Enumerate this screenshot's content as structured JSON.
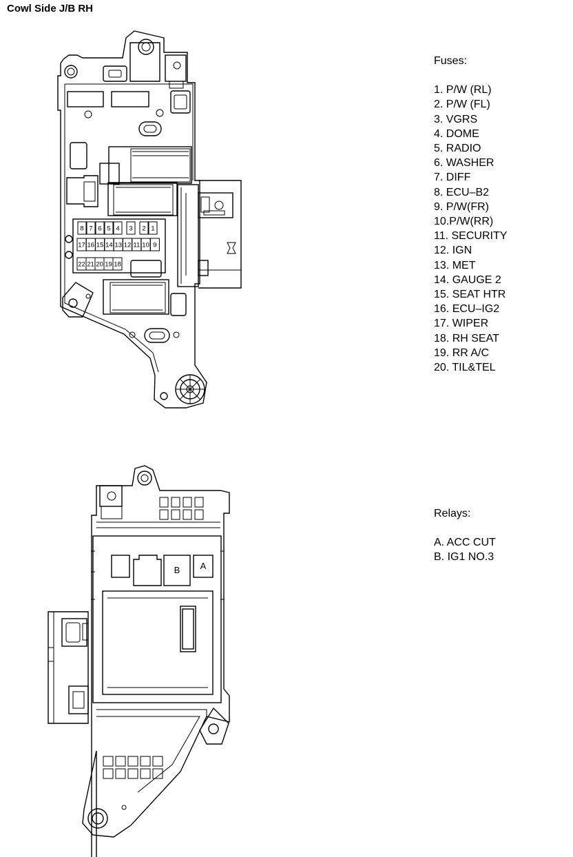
{
  "title": "Cowl Side J/B RH",
  "fuses": {
    "heading": "Fuses:",
    "items": [
      "1. P/W (RL)",
      "2. P/W (FL)",
      "3. VGRS",
      "4. DOME",
      "5. RADIO",
      "6. WASHER",
      "7. DIFF",
      "8. ECU–B2",
      "9. P/W(FR)",
      "10.P/W(RR)",
      "11. SECURITY",
      "12. IGN",
      "13. MET",
      "14. GAUGE 2",
      "15. SEAT HTR",
      "16. ECU–IG2",
      "17. WIPER",
      "18. RH SEAT",
      "19. RR A/C",
      "20. TIL&TEL"
    ]
  },
  "relays": {
    "heading": "Relays:",
    "items": [
      "A. ACC CUT",
      "B. IG1 NO.3"
    ]
  },
  "diagram": {
    "fuse_row_top": [
      "8",
      "7",
      "6",
      "5",
      "4",
      "3",
      "2",
      "1"
    ],
    "fuse_row_mid": [
      "17",
      "16",
      "15",
      "14",
      "13",
      "12",
      "11",
      "10",
      "9"
    ],
    "fuse_row_bot": [
      "22",
      "21",
      "20",
      "19",
      "18"
    ],
    "relay_b": "B",
    "relay_a": "A"
  }
}
